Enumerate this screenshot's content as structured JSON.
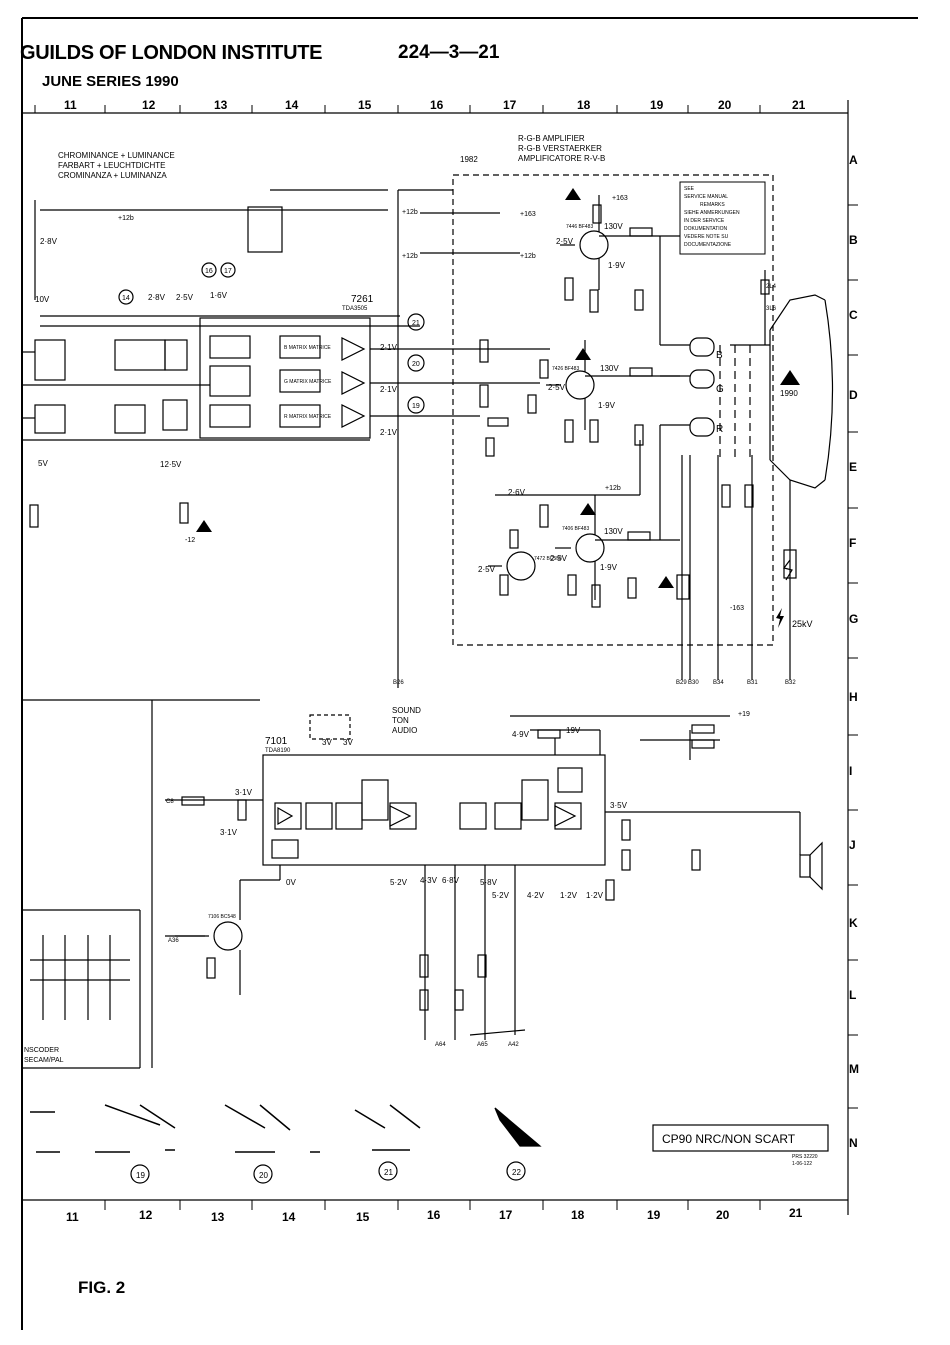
{
  "header": {
    "title": "GUILDS OF LONDON INSTITUTE",
    "code": "224—3—21",
    "series": "JUNE SERIES 1990"
  },
  "figure_label": "FIG. 2",
  "columns": [
    "11",
    "12",
    "13",
    "14",
    "15",
    "16",
    "17",
    "18",
    "19",
    "20",
    "21"
  ],
  "rows": [
    "A",
    "B",
    "C",
    "D",
    "E",
    "F",
    "G",
    "H",
    "I",
    "J",
    "K",
    "L",
    "M",
    "N"
  ],
  "blocks": {
    "chroma_lines": [
      "CHROMINANCE + LUMINANCE",
      "FARBART + LEUCHTDICHTE",
      "CROMINANZA + LUMINANZA"
    ],
    "rgb_lines": [
      "R-G-B AMPLIFIER",
      "R-G-B VERSTAERKER",
      "AMPLIFICATORE R-V-B"
    ],
    "rgb_ref": "1982",
    "service_lines": [
      "SEE",
      "SERVICE MANUAL",
      "REMARKS",
      "SIEHE ANMERKUNGEN",
      "IN DER SERVICE",
      "DOKUMENTATION",
      "VEDERE NOTE SU",
      "DOCUMENTAZIONE"
    ],
    "ic_7261": "7261",
    "ic_7261_type": "TDA3505",
    "sound_lines": [
      "SOUND",
      "TON",
      "AUDIO"
    ],
    "ic_7101": "7101",
    "ic_7101_type": "TDA8190",
    "transcoder_lines": [
      "NSCODER",
      "SECAM/PAL"
    ],
    "model_box": "CP90 NRC/NON SCART",
    "model_ref_lines": [
      "PRS 32220",
      "1-06-122"
    ],
    "hv_label": "25kV",
    "crt_ref": "1990"
  },
  "labels": {
    "matrices": [
      "B MATRIX MATRICE",
      "G MATRIX MATRICE",
      "R MATRIX MATRICE"
    ],
    "volts": [
      "2·1V",
      "2·1V",
      "2·1V",
      "130V",
      "130V",
      "130V",
      "1·9V",
      "1·9V",
      "1·9V",
      "2·5V",
      "2·5V",
      "2·5V",
      "2·6V",
      "2·5V",
      "10V",
      "2·8V",
      "2·8V",
      "2·5V",
      "1·6V",
      "5V",
      "12·5V",
      "3·1V",
      "3·1V",
      "0V",
      "5·2V",
      "4·3V",
      "6·8V",
      "5·8V",
      "5·2V",
      "4·2V",
      "1·2V",
      "1·2V",
      "4·9V",
      "19V",
      "3·5V",
      "3V",
      "3V"
    ],
    "supply": [
      "+163",
      "+12b",
      "+12b",
      "+12b",
      "+163",
      "+12b",
      "+12b",
      "+19",
      "-163",
      "-12"
    ],
    "transistors": [
      "7446 BF483",
      "7426 BF483",
      "7406 BF483",
      "7472 BC558",
      "7106 BC548"
    ],
    "connectors": [
      "B26",
      "B29",
      "B30",
      "B34",
      "B31",
      "B32",
      "A64",
      "A65",
      "A42",
      "A36",
      "C8",
      "2L4",
      "3L6"
    ],
    "crt_guns": [
      "B",
      "G",
      "R"
    ],
    "waveform_numbers": [
      "19",
      "20",
      "21",
      "22"
    ],
    "circle_numbers": [
      "16",
      "17",
      "14",
      "21",
      "20",
      "19"
    ]
  }
}
